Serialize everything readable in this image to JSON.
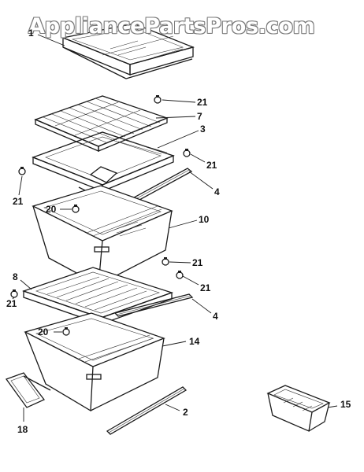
{
  "watermark": "AppliancePartsPros.com",
  "callouts": {
    "c1": "1",
    "c21a": "21",
    "c7": "7",
    "c3": "3",
    "c21b": "21",
    "c4a": "4",
    "c21c": "21",
    "c20a": "20",
    "c10": "10",
    "c21d": "21",
    "c8": "8",
    "c21e": "21",
    "c21f": "21",
    "c4b": "4",
    "c20b": "20",
    "c14": "14",
    "c15": "15",
    "c2": "2",
    "c18": "18"
  },
  "colors": {
    "line": "#1a1a1a",
    "watermark_outline": "#7a7a7a",
    "background": "#ffffff"
  }
}
